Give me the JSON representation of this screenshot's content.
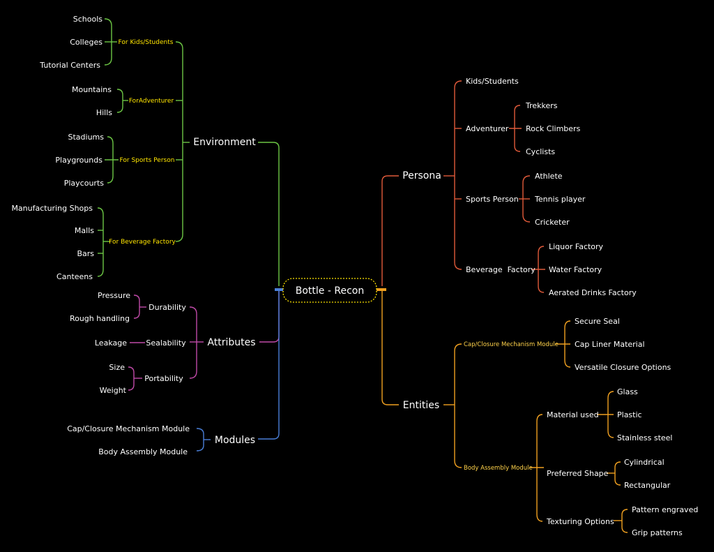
{
  "root": "Bottle - Recon",
  "colors": {
    "environment": "#6cc644",
    "attributes": "#c04aa8",
    "modules": "#4a7fd8",
    "persona": "#e05a3a",
    "entities": "#f0a020",
    "sublabel": "#ffe500"
  },
  "environment": {
    "label": "Environment",
    "kids": {
      "label": "For Kids/Students",
      "items": [
        "Schools",
        "Colleges",
        "Tutorial Centers"
      ]
    },
    "adventurer": {
      "label": "ForAdventurer",
      "items": [
        "Mountains",
        "Hills"
      ]
    },
    "sports": {
      "label": "For Sports Person",
      "items": [
        "Stadiums",
        "Playgrounds",
        "Playcourts"
      ]
    },
    "beverage": {
      "label": "For Beverage Factory",
      "items": [
        "Manufacturing Shops",
        "Malls",
        "Bars",
        "Canteens"
      ]
    }
  },
  "attributes": {
    "label": "Attributes",
    "durability": {
      "label": "Durability",
      "items": [
        "Pressure",
        "Rough handling"
      ]
    },
    "sealability": {
      "label": "Sealability",
      "items": [
        "Leakage"
      ]
    },
    "portability": {
      "label": "Portability",
      "items": [
        "Size",
        "Weight"
      ]
    }
  },
  "modules": {
    "label": "Modules",
    "items": [
      "Cap/Closure Mechanism Module",
      "Body Assembly Module"
    ]
  },
  "persona": {
    "label": "Persona",
    "kids": "Kids/Students",
    "adventurer": {
      "label": "Adventurer",
      "items": [
        "Trekkers",
        "Rock Climbers",
        "Cyclists"
      ]
    },
    "sports": {
      "label": "Sports Person",
      "items": [
        "Athlete",
        "Tennis player",
        "Cricketer"
      ]
    },
    "beverage": {
      "label": "Beverage  Factory",
      "items": [
        "Liquor Factory",
        "Water Factory",
        "Aerated Drinks Factory"
      ]
    }
  },
  "entities": {
    "label": "Entities",
    "cap": {
      "label": "Cap/Closure Mechanism Module",
      "items": [
        "Secure Seal",
        "Cap Liner Material",
        "Versatile Closure Options"
      ]
    },
    "body": {
      "label": "Body Assembly Module",
      "material": {
        "label": "Material used",
        "items": [
          "Glass",
          "Plastic",
          "Stainless steel"
        ]
      },
      "shape": {
        "label": "Preferred Shape",
        "items": [
          "Cylindrical",
          "Rectangular"
        ]
      },
      "texture": {
        "label": "Texturing Options",
        "items": [
          "Pattern engraved",
          "Grip patterns"
        ]
      }
    }
  }
}
